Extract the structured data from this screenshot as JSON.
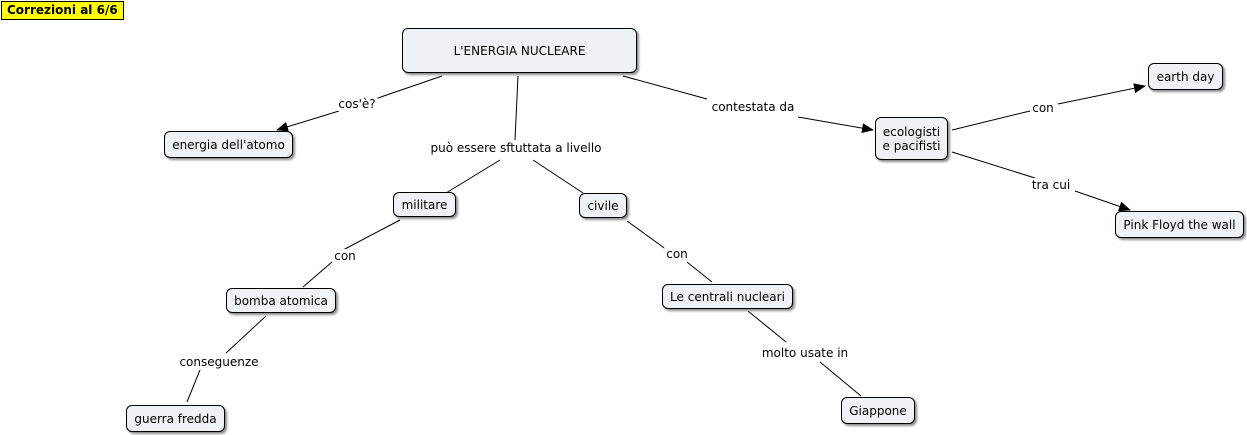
{
  "header": {
    "badge_text": "Correzioni al 6/6"
  },
  "map": {
    "nodes": {
      "root": "L'ENERGIA NUCLEARE",
      "atom": "energia dell'atomo",
      "militare": "militare",
      "civile": "civile",
      "bomba": "bomba atomica",
      "guerra": "guerra fredda",
      "centrali": "Le centrali nucleari",
      "giappone": "Giappone",
      "ecologisti": "ecologisti\ne pacifisti",
      "earth": "earth day",
      "pinkfloyd": "Pink Floyd the wall"
    },
    "links": {
      "cose": "cos'è?",
      "livello": "può essere sftuttata a livello",
      "contestata": "contestata da",
      "con_militare": "con",
      "con_civile": "con",
      "conseguenze": "conseguenze",
      "molto_usate": "molto usate in",
      "con_earth": "con",
      "tra_cui": "tra cui"
    }
  },
  "colors": {
    "node_fill": "#eef2f6",
    "node_border": "#000000",
    "badge_fill": "#ffff00",
    "line": "#000000"
  }
}
